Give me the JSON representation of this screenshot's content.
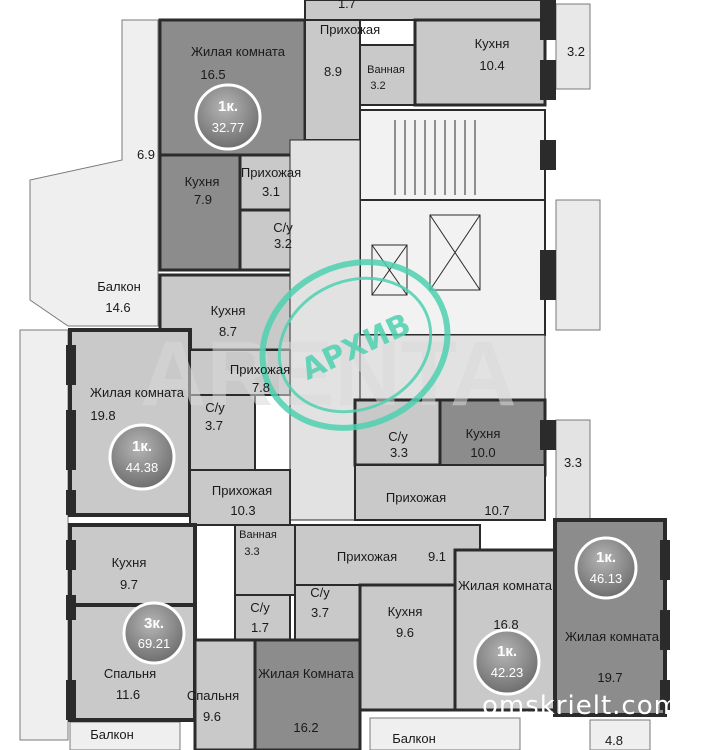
{
  "colors": {
    "dark_room": "#8c8c8c",
    "light_room": "#c9c9c9",
    "pale_room": "#e2e2e2",
    "wall": "#2b2b2b",
    "badge": "#7d7d7d",
    "stamp": "#4fd1b0"
  },
  "watermark": "ARENTA",
  "stamp": {
    "text": "АРХИВ"
  },
  "site": "omskrielt.com",
  "rooms": [
    {
      "id": "t1",
      "name": "",
      "area": "1.7"
    },
    {
      "id": "r1",
      "name": "Жилая комната",
      "area": "16.5"
    },
    {
      "id": "r2",
      "name": "Прихожая",
      "area": "8.9"
    },
    {
      "id": "r3",
      "name": "Ванная",
      "area": "3.2"
    },
    {
      "id": "r4",
      "name": "Кухня",
      "area": "10.4"
    },
    {
      "id": "r5",
      "name": "",
      "area": "3.2"
    },
    {
      "id": "r6",
      "name": "",
      "area": "6.9"
    },
    {
      "id": "r7",
      "name": "Кухня",
      "area": "7.9"
    },
    {
      "id": "r8",
      "name": "Прихожая",
      "area": "3.1"
    },
    {
      "id": "r9",
      "name": "С/у",
      "area": "3.2"
    },
    {
      "id": "r10",
      "name": "Балкон",
      "area": "14.6"
    },
    {
      "id": "r11",
      "name": "Кухня",
      "area": "8.7"
    },
    {
      "id": "r12",
      "name": "Прихожая",
      "area": "7.8"
    },
    {
      "id": "r13",
      "name": "Жилая комната",
      "area": "19.8"
    },
    {
      "id": "r14",
      "name": "С/у",
      "area": "3.7"
    },
    {
      "id": "r15",
      "name": "С/у",
      "area": "3.3"
    },
    {
      "id": "r16",
      "name": "Кухня",
      "area": "10.0"
    },
    {
      "id": "r17",
      "name": "",
      "area": "3.3"
    },
    {
      "id": "r18",
      "name": "Прихожая",
      "area": "10.3"
    },
    {
      "id": "r19",
      "name": "Прихожая",
      "area": "10.7"
    },
    {
      "id": "r20",
      "name": "Ванная",
      "area": "3.3"
    },
    {
      "id": "r21",
      "name": "Прихожая",
      "area": "9.1"
    },
    {
      "id": "r22",
      "name": "Кухня",
      "area": "9.7"
    },
    {
      "id": "r23",
      "name": "С/у",
      "area": "1.7"
    },
    {
      "id": "r24",
      "name": "С/у",
      "area": "3.7"
    },
    {
      "id": "r25",
      "name": "Кухня",
      "area": "9.6"
    },
    {
      "id": "r26",
      "name": "Жилая комната",
      "area": "16.8"
    },
    {
      "id": "r27",
      "name": "Жилая комната",
      "area": "19.7"
    },
    {
      "id": "r28",
      "name": "Спальня",
      "area": "11.6"
    },
    {
      "id": "r29",
      "name": "Спальня",
      "area": "9.6"
    },
    {
      "id": "r30",
      "name": "Жилая Комната",
      "area": "16.2"
    },
    {
      "id": "r31",
      "name": "Балкон",
      "area": ""
    },
    {
      "id": "r32",
      "name": "Балкон",
      "area": ""
    },
    {
      "id": "r33",
      "name": "",
      "area": "4.8"
    }
  ],
  "badges": [
    {
      "id": "b1",
      "label": "1к.",
      "area": "32.77"
    },
    {
      "id": "b2",
      "label": "1к.",
      "area": "44.38"
    },
    {
      "id": "b3",
      "label": "3к.",
      "area": "69.21"
    },
    {
      "id": "b4",
      "label": "1к.",
      "area": "42.23"
    },
    {
      "id": "b5",
      "label": "1к.",
      "area": "46.13"
    }
  ]
}
